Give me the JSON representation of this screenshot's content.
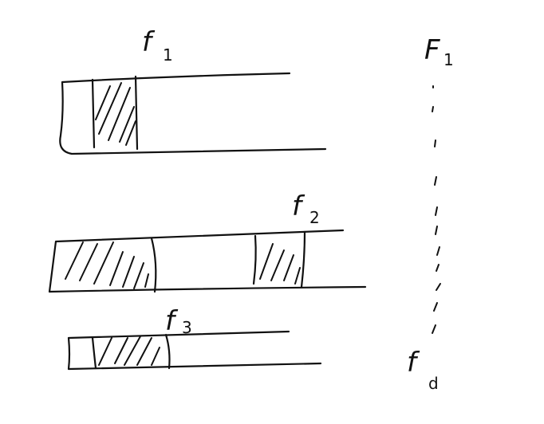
{
  "labels": {
    "f1": {
      "main": "f",
      "sub": "1"
    },
    "f2": {
      "main": "f",
      "sub": "2"
    },
    "f3": {
      "main": "f",
      "sub": "3"
    },
    "F1": {
      "main": "F",
      "sub": "1"
    },
    "Fd": {
      "main": "f",
      "sub": "d"
    }
  }
}
